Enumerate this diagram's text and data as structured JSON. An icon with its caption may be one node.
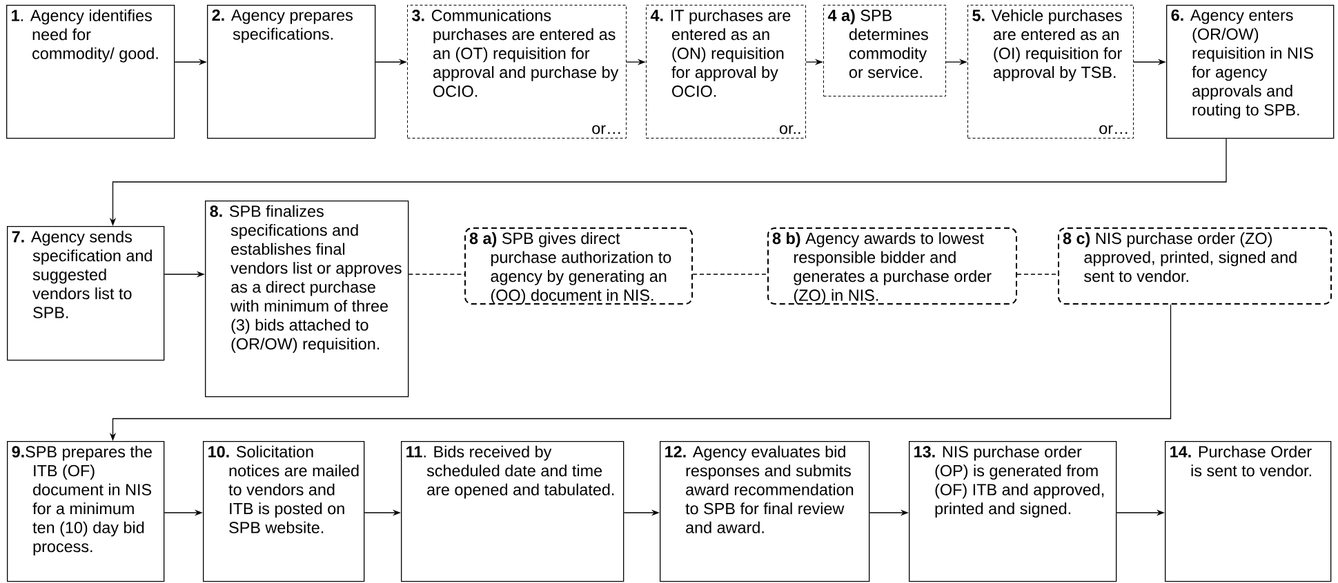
{
  "diagram": {
    "nodes": [
      {
        "text": [
          "**1**. Agency identifies need for commodity/ good."
        ]
      },
      {
        "text": [
          "**2.** Agency prepares specifications."
        ]
      },
      {
        "text": [
          "**3.** Communications purchases are entered as an (OT) requisition for approval and purchase by OCIO.",
          "or…"
        ]
      },
      {
        "text": [
          "**4.** IT purchases are entered as an (ON) requisition for approval by OCIO.",
          "or.."
        ]
      },
      {
        "text": [
          "**4 a)** SPB determines commodity or service."
        ]
      },
      {
        "text": [
          "**5.** Vehicle purchases are entered as an (OI) requisition for approval by TSB.",
          "or…"
        ]
      },
      {
        "text": [
          "**6.** Agency enters (OR/OW) requisition in NIS for agency approvals and routing to SPB."
        ]
      },
      {
        "text": [
          "**7.** Agency sends specification and suggested vendors list to SPB."
        ]
      },
      {
        "text": [
          "**8.** SPB finalizes specifications and establishes final vendors list or approves as a direct purchase with minimum of three (3) bids attached to (OR/OW) requisition."
        ]
      },
      {
        "text": [
          "**8 a)** SPB gives direct purchase authorization to agency by generating an (OO) document in NIS."
        ]
      },
      {
        "text": [
          "**8 b)** Agency awards to lowest responsible bidder and generates a purchase order (ZO) in NIS."
        ]
      },
      {
        "text": [
          "**8 c)** NIS purchase order (ZO) approved, printed, signed and sent to vendor."
        ]
      },
      {
        "text": [
          "**9.**SPB prepares the ITB (OF) document in NIS for a minimum ten (10) day bid process."
        ]
      },
      {
        "text": [
          "**10.** Solicitation notices are mailed to vendors and ITB is posted on SPB website."
        ]
      },
      {
        "text": [
          "**11**. Bids received by scheduled date and time are opened and tabulated."
        ]
      },
      {
        "text": [
          "**12.** Agency evaluates bid responses and submits award recommendation to SPB for final review and award."
        ]
      },
      {
        "text": [
          "**13.** NIS purchase order (OP) is generated from (OF) ITB and approved, printed and signed."
        ]
      },
      {
        "text": [
          "**14.** Purchase Order is sent to vendor."
        ]
      }
    ],
    "edges": [
      {
        "from": 0,
        "to": 1,
        "arrow": "to"
      },
      {
        "from": 1,
        "to": 2,
        "arrow": "to"
      },
      {
        "from": 2,
        "to": 3,
        "arrow": "to"
      },
      {
        "from": 3,
        "to": 4,
        "arrow": "to"
      },
      {
        "from": 4,
        "to": 5,
        "arrow": "to"
      },
      {
        "from": 5,
        "to": 6,
        "arrow": "to"
      },
      {
        "from": 6,
        "to": 7,
        "arrow": "to"
      },
      {
        "from": 7,
        "to": 8,
        "arrow": "to"
      },
      {
        "from": 8,
        "to": 9,
        "arrow": "none",
        "style": "dashed"
      },
      {
        "from": 9,
        "to": 10,
        "arrow": "none",
        "style": "dashed"
      },
      {
        "from": 10,
        "to": 11,
        "arrow": "none",
        "style": "dashed"
      },
      {
        "from": 11,
        "to": 12,
        "arrow": "to"
      },
      {
        "from": 12,
        "to": 13,
        "arrow": "to"
      },
      {
        "from": 13,
        "to": 14,
        "arrow": "to"
      },
      {
        "from": 14,
        "to": 15,
        "arrow": "to"
      },
      {
        "from": 15,
        "to": 16,
        "arrow": "to"
      },
      {
        "from": 16,
        "to": 17,
        "arrow": "to"
      }
    ]
  }
}
